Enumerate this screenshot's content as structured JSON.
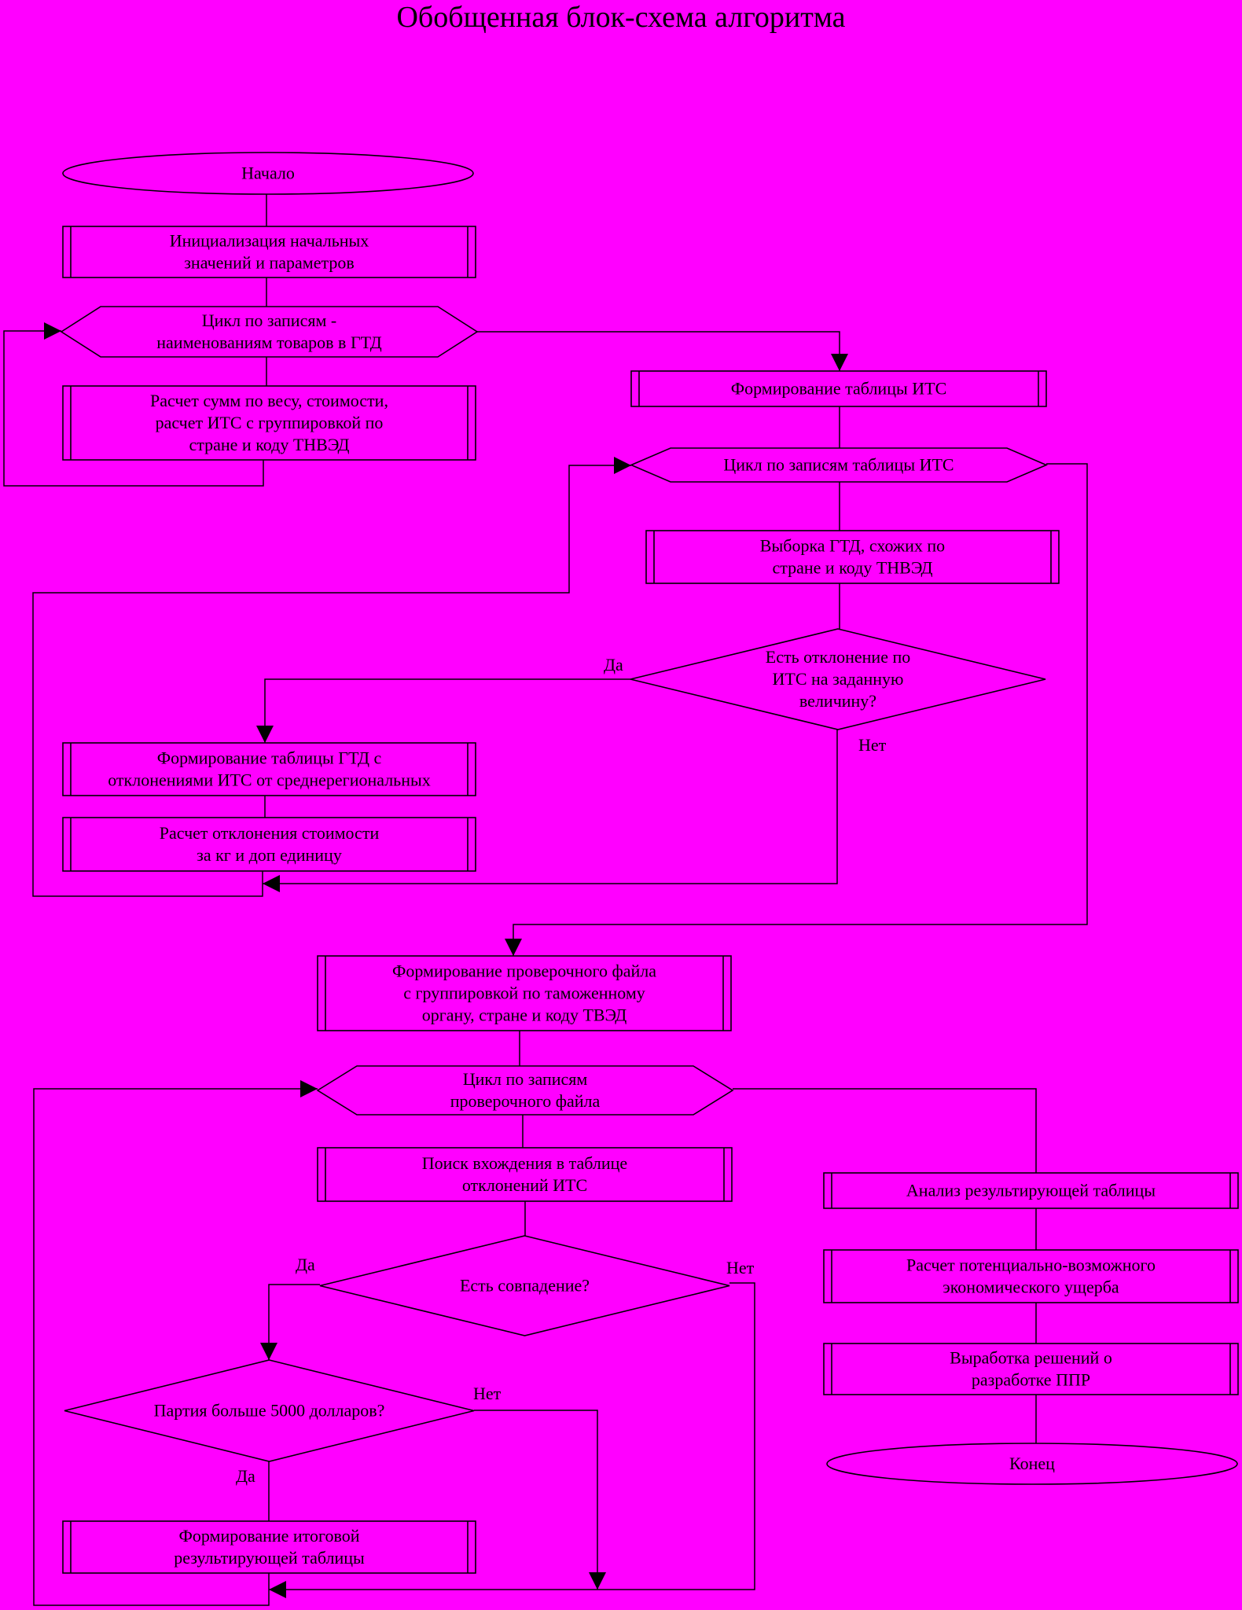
{
  "title": "Обобщенная блок-схема алгоритма",
  "colors": {
    "background": "#ff00ff",
    "line": "#000000"
  },
  "nodes": {
    "start": {
      "shape": "terminal",
      "lines": [
        "Начало"
      ]
    },
    "init": {
      "shape": "process",
      "lines": [
        "Инициализация начальных",
        "значений и параметров"
      ]
    },
    "loop_gtd": {
      "shape": "loop",
      "lines": [
        "Цикл по записям -",
        "наименованиям товаров в ГТД"
      ]
    },
    "calc_sums": {
      "shape": "process",
      "lines": [
        "Расчет сумм по весу, стоимости,",
        "расчет ИТС с группировкой по",
        "стране и коду ТНВЭД"
      ]
    },
    "form_its": {
      "shape": "process",
      "lines": [
        "Формирование таблицы ИТС"
      ]
    },
    "loop_its": {
      "shape": "loop",
      "lines": [
        "Цикл по записям таблицы ИТС"
      ]
    },
    "select_gtd": {
      "shape": "process",
      "lines": [
        "Выборка ГТД, схожих по",
        "стране и коду ТНВЭД"
      ]
    },
    "dec_deviation": {
      "shape": "decision",
      "lines": [
        "Есть отклонение по",
        "ИТС на заданную",
        "величину?"
      ]
    },
    "form_gtd_table": {
      "shape": "process",
      "lines": [
        "Формирование таблицы ГТД с",
        "отклонениями ИТС от среднерегиональных"
      ]
    },
    "calc_deviation": {
      "shape": "process",
      "lines": [
        "Расчет отклонения стоимости",
        "за кг и доп единицу"
      ]
    },
    "form_check_file": {
      "shape": "process",
      "lines": [
        "Формирование проверочного файла",
        "с группировкой по таможенному",
        "органу, стране и коду ТВЭД"
      ]
    },
    "loop_check": {
      "shape": "loop",
      "lines": [
        "Цикл по записям",
        "проверочного файла"
      ]
    },
    "search": {
      "shape": "process",
      "lines": [
        "Поиск вхождения в таблице",
        "отклонений ИТС"
      ]
    },
    "dec_match": {
      "shape": "decision",
      "lines": [
        "Есть совпадение?"
      ]
    },
    "dec_batch": {
      "shape": "decision",
      "lines": [
        "Партия больше 5000 долларов?"
      ]
    },
    "form_result": {
      "shape": "process",
      "lines": [
        "Формирование итоговой",
        "результирующей таблицы"
      ]
    },
    "analysis": {
      "shape": "process",
      "lines": [
        "Анализ результирующей таблицы"
      ]
    },
    "calc_damage": {
      "shape": "process",
      "lines": [
        "Расчет потенциально-возможного",
        "экономического ущерба"
      ]
    },
    "decisions": {
      "shape": "process",
      "lines": [
        "Выработка решений о",
        "разработке ППР"
      ]
    },
    "end": {
      "shape": "terminal",
      "lines": [
        "Конец"
      ]
    }
  },
  "edges": [
    {
      "from": "start",
      "to": "init"
    },
    {
      "from": "init",
      "to": "loop_gtd"
    },
    {
      "from": "loop_gtd",
      "to": "calc_sums"
    },
    {
      "from": "calc_sums",
      "to": "loop_gtd",
      "role": "loop-back"
    },
    {
      "from": "loop_gtd",
      "to": "form_its",
      "role": "loop-exit"
    },
    {
      "from": "form_its",
      "to": "loop_its"
    },
    {
      "from": "loop_its",
      "to": "select_gtd"
    },
    {
      "from": "select_gtd",
      "to": "dec_deviation"
    },
    {
      "from": "dec_deviation",
      "to": "form_gtd_table",
      "label": "Да"
    },
    {
      "from": "dec_deviation",
      "to": "calc_deviation",
      "label": "Нет"
    },
    {
      "from": "form_gtd_table",
      "to": "calc_deviation"
    },
    {
      "from": "calc_deviation",
      "to": "loop_its",
      "role": "loop-back"
    },
    {
      "from": "loop_its",
      "to": "form_check_file",
      "role": "loop-exit"
    },
    {
      "from": "form_check_file",
      "to": "loop_check"
    },
    {
      "from": "loop_check",
      "to": "search"
    },
    {
      "from": "search",
      "to": "dec_match"
    },
    {
      "from": "dec_match",
      "to": "dec_batch",
      "label": "Да"
    },
    {
      "from": "dec_match",
      "to": "loop_check",
      "label": "Нет"
    },
    {
      "from": "dec_batch",
      "to": "form_result",
      "label": "Да"
    },
    {
      "from": "dec_batch",
      "to": "loop_check",
      "label": "Нет"
    },
    {
      "from": "form_result",
      "to": "loop_check",
      "role": "loop-back"
    },
    {
      "from": "loop_check",
      "to": "analysis",
      "role": "loop-exit"
    },
    {
      "from": "analysis",
      "to": "calc_damage"
    },
    {
      "from": "calc_damage",
      "to": "decisions"
    },
    {
      "from": "decisions",
      "to": "end"
    }
  ],
  "edge_labels": {
    "yes_deviation": "Да",
    "no_deviation": "Нет",
    "yes_match": "Да",
    "no_match": "Нет",
    "no_batch": "Нет",
    "yes_batch": "Да"
  }
}
